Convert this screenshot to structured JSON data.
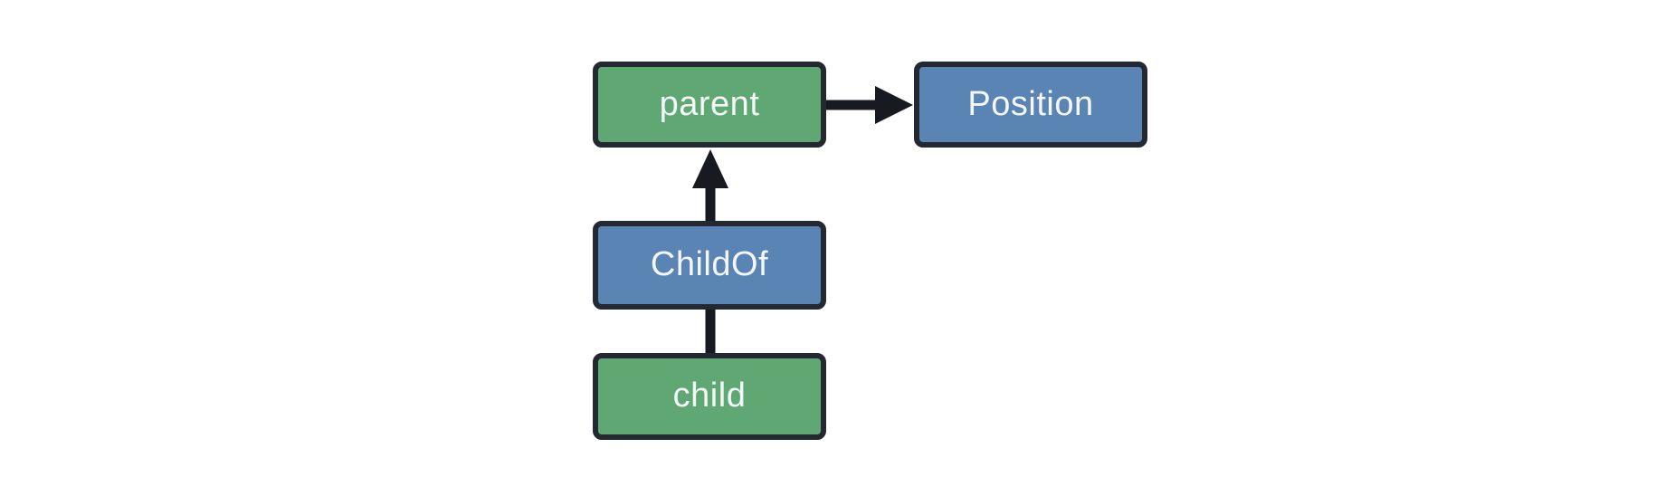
{
  "diagram": {
    "background_color": "#ffffff",
    "colors": {
      "entity_fill": "#5fa873",
      "component_fill": "#5a84b4",
      "node_border": "#232831",
      "edge": "#171a21",
      "label_text": "#f4f6f8"
    },
    "nodes": [
      {
        "id": "parent",
        "label": "parent",
        "color": "green"
      },
      {
        "id": "position",
        "label": "Position",
        "color": "blue"
      },
      {
        "id": "childof",
        "label": "ChildOf",
        "color": "blue"
      },
      {
        "id": "child",
        "label": "child",
        "color": "green"
      }
    ],
    "edges": [
      {
        "from": "parent",
        "to": "position",
        "style": "arrow-right"
      },
      {
        "from": "childof",
        "to": "parent",
        "style": "arrow-up"
      },
      {
        "from": "child",
        "to": "childof",
        "style": "plain-line"
      }
    ]
  }
}
